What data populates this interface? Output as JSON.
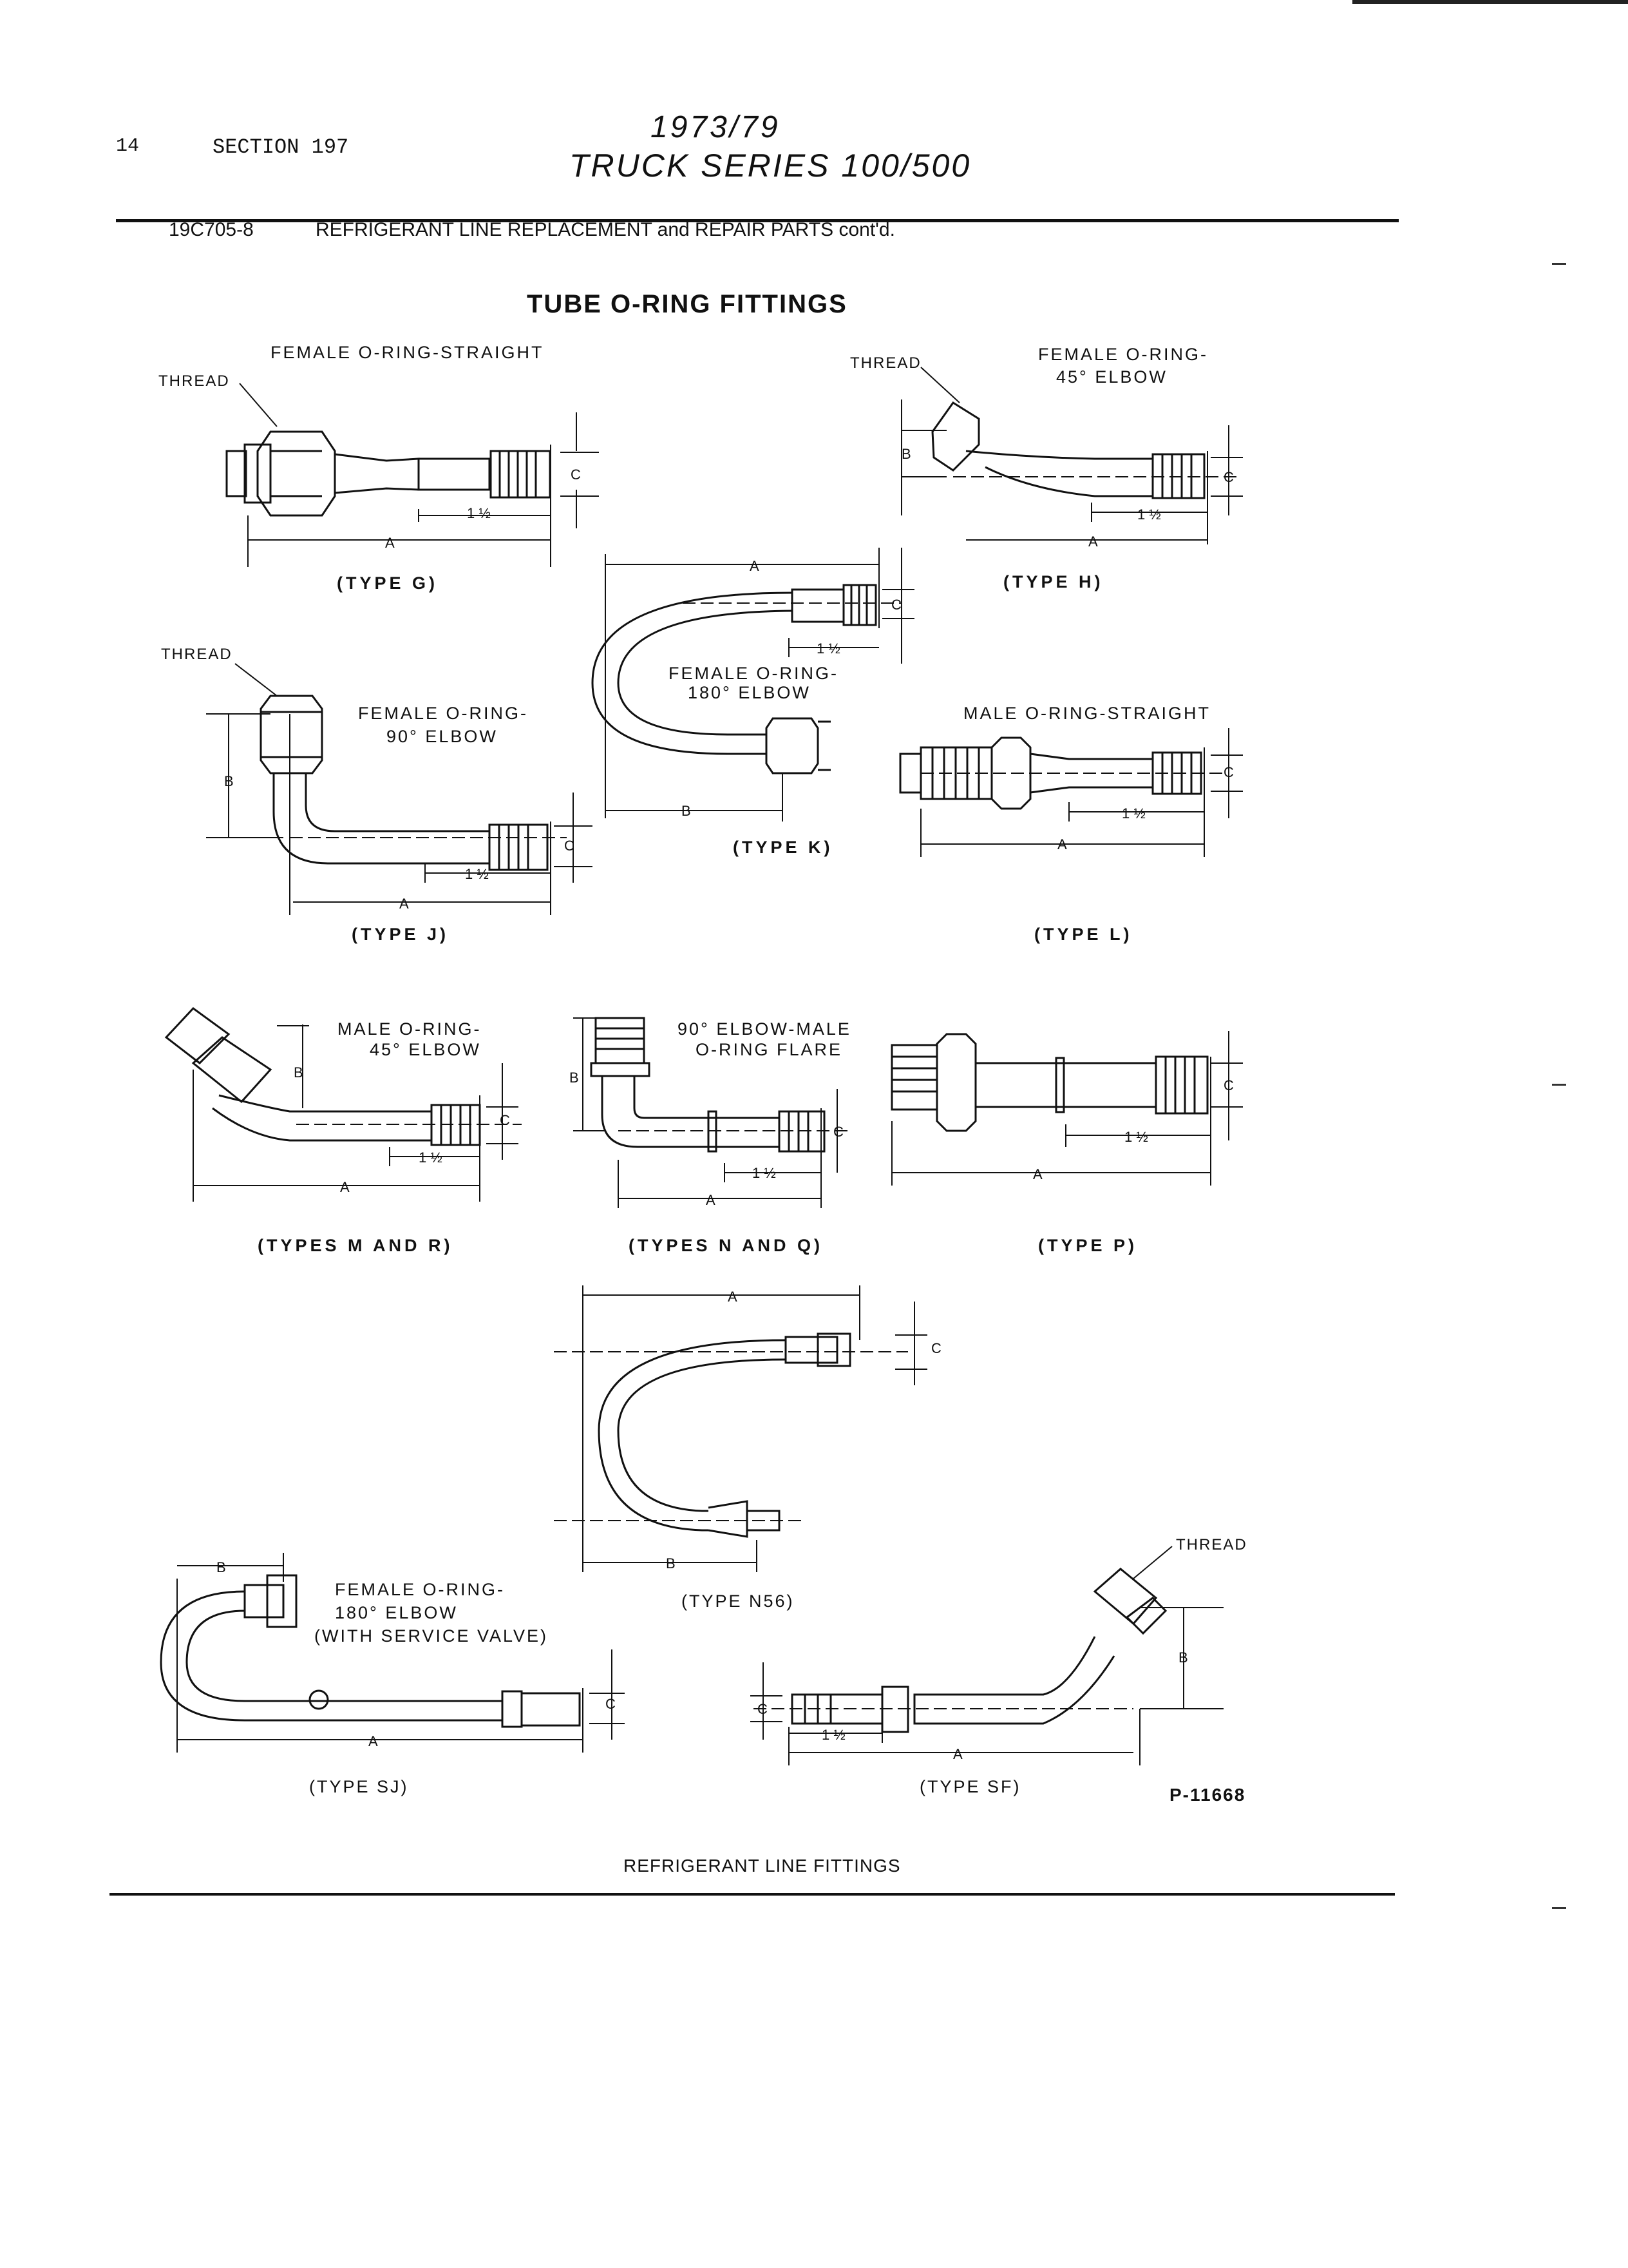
{
  "header": {
    "page_number": "14",
    "section": "SECTION 197",
    "years": "1973/79",
    "series": "TRUCK SERIES 100/500",
    "code": "19C705-8",
    "subtitle": "REFRIGERANT LINE REPLACEMENT and REPAIR PARTS cont'd."
  },
  "title": "TUBE O-RING FITTINGS",
  "fittings": {
    "g": {
      "name": "FEMALE O-RING-STRAIGHT",
      "type": "(TYPE G)",
      "thread": "THREAD"
    },
    "h": {
      "name_1": "FEMALE O-RING-",
      "name_2": "45° ELBOW",
      "type": "(TYPE H)",
      "thread": "THREAD"
    },
    "j": {
      "name_1": "FEMALE O-RING-",
      "name_2": "90° ELBOW",
      "type": "(TYPE J)",
      "thread": "THREAD"
    },
    "k": {
      "name_1": "FEMALE O-RING-",
      "name_2": "180° ELBOW",
      "type": "(TYPE K)"
    },
    "l": {
      "name": "MALE O-RING-STRAIGHT",
      "type": "(TYPE L)"
    },
    "m": {
      "name_1": "MALE O-RING-",
      "name_2": "45° ELBOW",
      "type": "(TYPES M AND R)"
    },
    "n": {
      "name_1": "90° ELBOW-MALE",
      "name_2": "O-RING FLARE",
      "type": "(TYPES N AND Q)"
    },
    "p": {
      "type": "(TYPE P)"
    },
    "n56": {
      "type": "(TYPE N56)"
    },
    "sj": {
      "name_1": "FEMALE O-RING-",
      "name_2": "180° ELBOW",
      "name_3": "(WITH SERVICE VALVE)",
      "type": "(TYPE SJ)"
    },
    "sf": {
      "type": "(TYPE SF)",
      "thread": "THREAD"
    }
  },
  "dims": {
    "a": "A",
    "b": "B",
    "c": "C",
    "len": "1 ½"
  },
  "part_number": "P-11668",
  "caption": "REFRIGERANT LINE FITTINGS"
}
